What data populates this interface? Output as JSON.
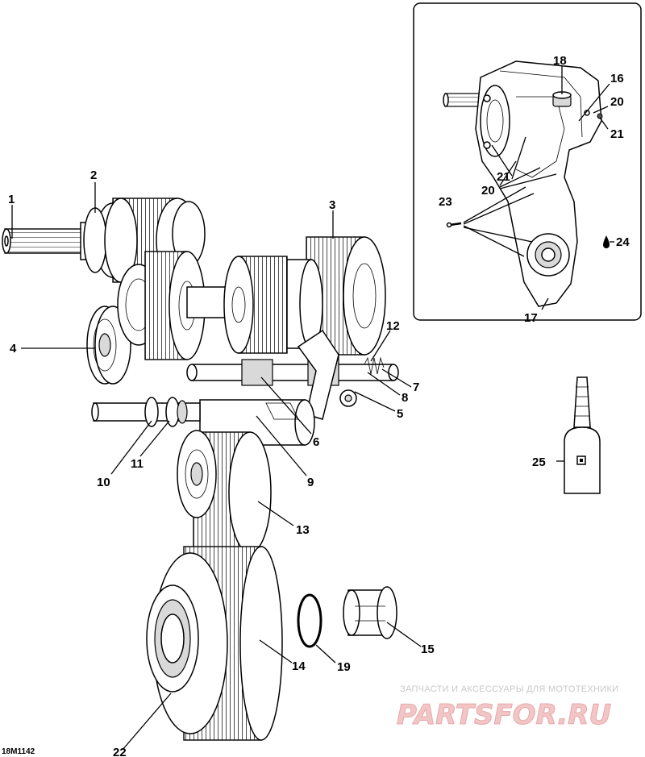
{
  "document_code": "18M1142",
  "callouts": {
    "c1": "1",
    "c2": "2",
    "c3": "3",
    "c4": "4",
    "c5": "5",
    "c6": "6",
    "c7": "7",
    "c8": "8",
    "c9": "9",
    "c10": "10",
    "c11": "11",
    "c12": "12",
    "c13": "13",
    "c14": "14",
    "c15": "15",
    "c16": "16",
    "c17": "17",
    "c18": "18",
    "c19": "19",
    "c20a": "20",
    "c20b": "20",
    "c21a": "21",
    "c21b": "21",
    "c22": "22",
    "c23": "23",
    "c24": "24",
    "c25": "25"
  },
  "watermark": {
    "tagline": "ЗАПЧАСТИ И АКСЕССУАРЫ ДЛЯ МОТОТЕХНИКИ",
    "brand": "PARTSFOR.RU"
  },
  "colors": {
    "line": "#000000",
    "background": "#ffffff",
    "watermark_red": "#e8a8a8"
  }
}
